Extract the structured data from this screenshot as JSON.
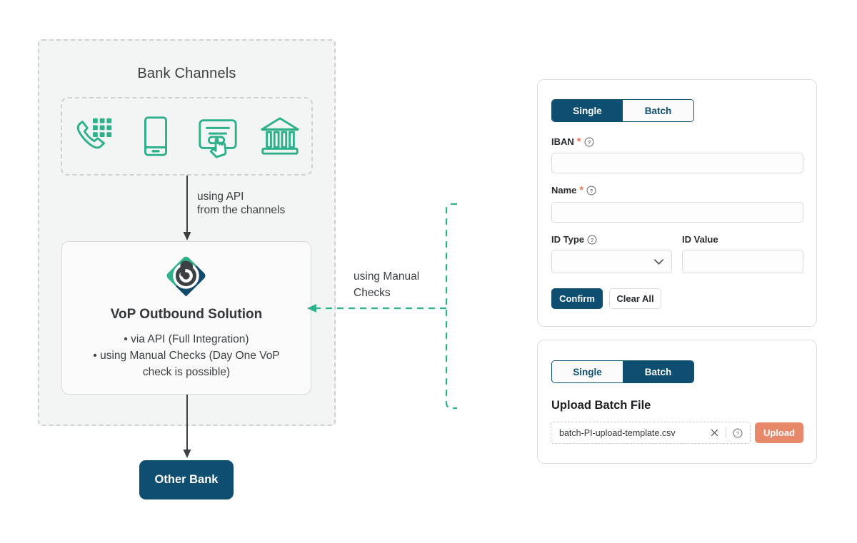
{
  "diagram": {
    "bank_channels_title": "Bank Channels",
    "channel_icons": [
      {
        "name": "phone-keypad-icon",
        "label": "Telephone banking"
      },
      {
        "name": "mobile-phone-icon",
        "label": "Mobile banking"
      },
      {
        "name": "online-banking-click-icon",
        "label": "Online banking"
      },
      {
        "name": "bank-building-icon",
        "label": "Branch"
      }
    ],
    "api_arrow_label": "using API\nfrom the channels",
    "manual_arrow_label": "using Manual\nChecks",
    "vop": {
      "title": "VoP Outbound Solution",
      "bullets": [
        "•  via API (Full Integration)",
        "•  using Manual Checks (Day One VoP\ncheck is possible)"
      ]
    },
    "other_bank_label": "Other Bank"
  },
  "single_panel": {
    "tabs": [
      {
        "label": "Single",
        "active": true
      },
      {
        "label": "Batch",
        "active": false
      }
    ],
    "fields": {
      "iban": {
        "label": "IBAN",
        "required": true,
        "has_help": true,
        "value": "",
        "placeholder": ""
      },
      "name": {
        "label": "Name",
        "required": true,
        "has_help": true,
        "value": "",
        "placeholder": ""
      },
      "id_type": {
        "label": "ID Type",
        "required": false,
        "has_help": true,
        "value": "",
        "placeholder": ""
      },
      "id_value": {
        "label": "ID Value",
        "required": false,
        "has_help": false,
        "value": "",
        "placeholder": ""
      }
    },
    "confirm_label": "Confirm",
    "clear_label": "Clear All"
  },
  "batch_panel": {
    "tabs": [
      {
        "label": "Single",
        "active": false
      },
      {
        "label": "Batch",
        "active": true
      }
    ],
    "upload_title": "Upload Batch File",
    "file_name": "batch-PI-upload-template.csv",
    "upload_label": "Upload"
  },
  "colors": {
    "brand_navy": "#0e4e71",
    "brand_teal": "#2eb08a",
    "accent_orange": "#e8886a",
    "required_star": "#e8795a",
    "panel_bg": "#f3f4f4"
  }
}
